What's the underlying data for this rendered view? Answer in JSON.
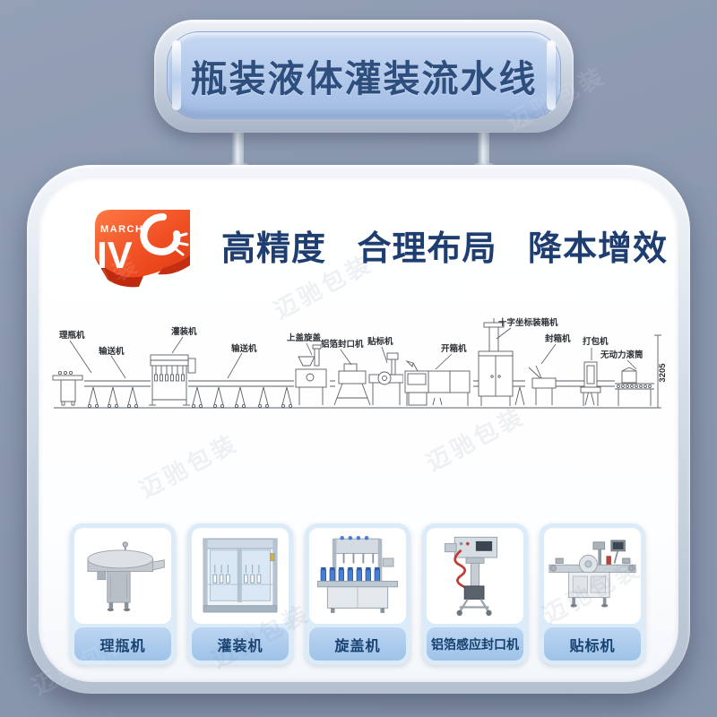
{
  "colors": {
    "background": "#8c99b0",
    "brand_red": "#e8431c",
    "headline_blue": "#1e3d70",
    "banner_text_blue": "#2e4e7d",
    "product_pill_blue": "#a9cbec",
    "product_pill_text": "#15406f"
  },
  "watermark": {
    "text": "迈驰包装"
  },
  "banner": {
    "title": "瓶装液体灌装流水线"
  },
  "logo": {
    "brand": "MARCHI",
    "monogram": "IV"
  },
  "headline": {
    "part1": "高精度",
    "part2": "合理布局",
    "part3": "降本增效"
  },
  "diagram": {
    "dimension_label": "3205",
    "labels": [
      {
        "text": "理瓶机"
      },
      {
        "text": "输送机"
      },
      {
        "text": "灌装机"
      },
      {
        "text": "输送机"
      },
      {
        "text": "上盖旋盖"
      },
      {
        "text": "铝箔封口机"
      },
      {
        "text": "贴标机"
      },
      {
        "text": "开箱机"
      },
      {
        "text": "十字坐标装箱机"
      },
      {
        "text": "封箱机"
      },
      {
        "text": "打包机"
      },
      {
        "text": "无动力滚筒"
      }
    ]
  },
  "products": [
    {
      "name": "理瓶机"
    },
    {
      "name": "灌装机"
    },
    {
      "name": "旋盖机"
    },
    {
      "name": "铝箔感应封口机"
    },
    {
      "name": "贴标机"
    }
  ]
}
